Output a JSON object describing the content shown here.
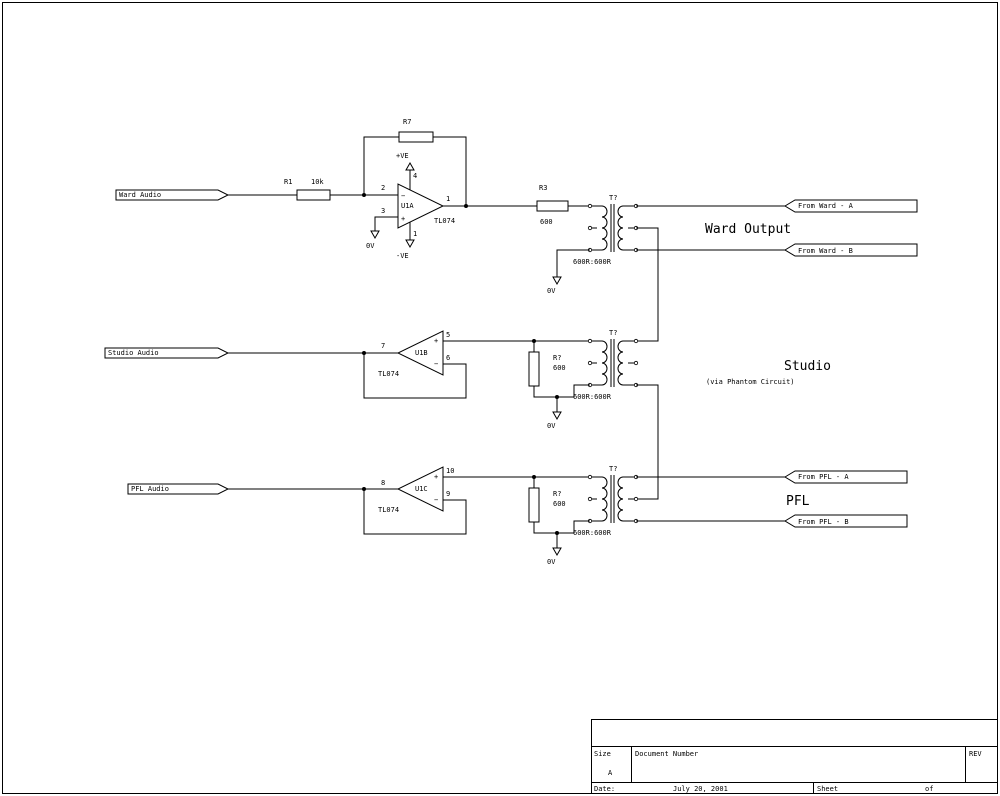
{
  "channels": {
    "ward": {
      "input_label": "Ward Audio",
      "resistor_ref": "R1",
      "resistor_value": "10k",
      "feedback_ref": "R7",
      "opamp_ref": "U1A",
      "opamp_part": "TL074",
      "pin_inverting": "2",
      "pin_noninverting": "3",
      "pin_output": "1",
      "pin_vplus": "4",
      "pin_vminus": "1",
      "supply_pos": "+VE",
      "supply_neg": "-VE",
      "ground": "0V",
      "series_ref": "R3",
      "series_value": "600",
      "transformer_ref": "T?",
      "transformer_ratio": "600R:600R",
      "ground2": "0V",
      "output_a": "From Ward - A",
      "output_b": "From Ward - B",
      "title": "Ward Output"
    },
    "studio": {
      "input_label": "Studio Audio",
      "opamp_ref": "U1B",
      "opamp_part": "TL074",
      "pin_in": "7",
      "pin_out": "5",
      "pin_fb": "6",
      "resistor_ref": "R?",
      "resistor_value": "600",
      "transformer_ref": "T?",
      "transformer_ratio": "600R:600R",
      "ground": "0V",
      "title": "Studio",
      "subtitle": "(via Phantom Circuit)"
    },
    "pfl": {
      "input_label": "PFL Audio",
      "opamp_ref": "U1C",
      "opamp_part": "TL074",
      "pin_in": "8",
      "pin_out": "10",
      "pin_fb": "9",
      "resistor_ref": "R?",
      "resistor_value": "600",
      "transformer_ref": "T?",
      "transformer_ratio": "600R:600R",
      "ground": "0V",
      "output_a": "From PFL - A",
      "output_b": "From PFL - B",
      "title": "PFL"
    }
  },
  "title_block": {
    "size_label": "Size",
    "size_value": "A",
    "document_number_label": "Document Number",
    "rev_label": "REV",
    "date_label": "Date:",
    "date_value": "July 20, 2001",
    "sheet_label": "Sheet",
    "of_label": "of"
  }
}
